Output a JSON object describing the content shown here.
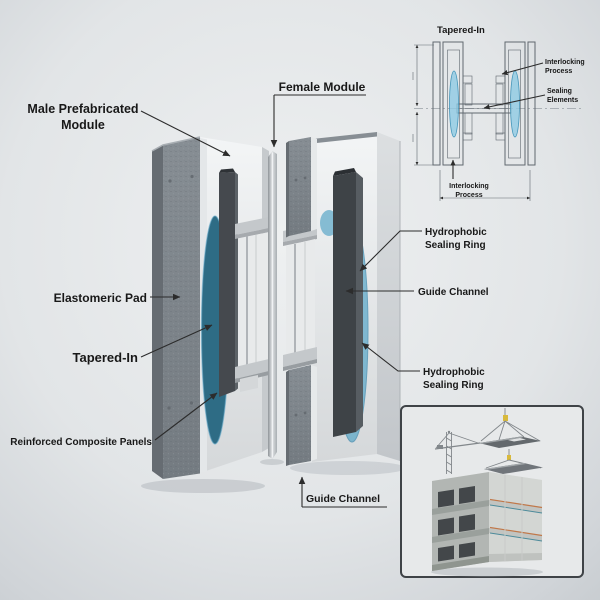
{
  "colors": {
    "background_center": "#edeff0",
    "background_edge": "#c6cbcf",
    "text": "#181818",
    "leader_line": "#2c2c2c",
    "concrete_gray": "#7e858b",
    "concrete_side": "#666c72",
    "panel_white": "#eff1f2",
    "dark_bar": "#45494e",
    "seal_blue": "#5aa7c8",
    "seal_teal": "#2e6c85",
    "drawing_line": "#60686f",
    "drawing_seal_blue": "#8ecbe3",
    "inset_border": "#3f4347",
    "crane_yellow": "#d8b93c",
    "pipe_orange": "#c0784a",
    "pipe_teal": "#4d8b9b"
  },
  "main_labels": {
    "male_module": {
      "line1": "Male Prefabricated",
      "line2": "Module"
    },
    "female_module": {
      "text": "Female Module"
    },
    "elastomeric_pad": {
      "text": "Elastomeric Pad"
    },
    "tapered_in": {
      "text": "Tapered-In"
    },
    "reinforced_panels": {
      "text": "Reinforced Composite Panels"
    },
    "hydrophobic_sealing_top": {
      "line1": "Hydrophobic",
      "line2": "Sealing Ring"
    },
    "guide_channel_right": {
      "text": "Guide Channel"
    },
    "hydrophobic_sealing_bottom": {
      "line1": "Hydrophobic",
      "line2": "Sealing Ring"
    },
    "guide_channel_bottom": {
      "text": "Guide Channel"
    }
  },
  "technical_drawing": {
    "title": "Tapered-In",
    "interlocking_top": {
      "line1": "Interlocking",
      "line2": "Process"
    },
    "sealing_elements": {
      "line1": "Sealing",
      "line2": "Elements"
    },
    "interlocking_bottom": {
      "line1": "Interlocking",
      "line2": "Process"
    }
  }
}
